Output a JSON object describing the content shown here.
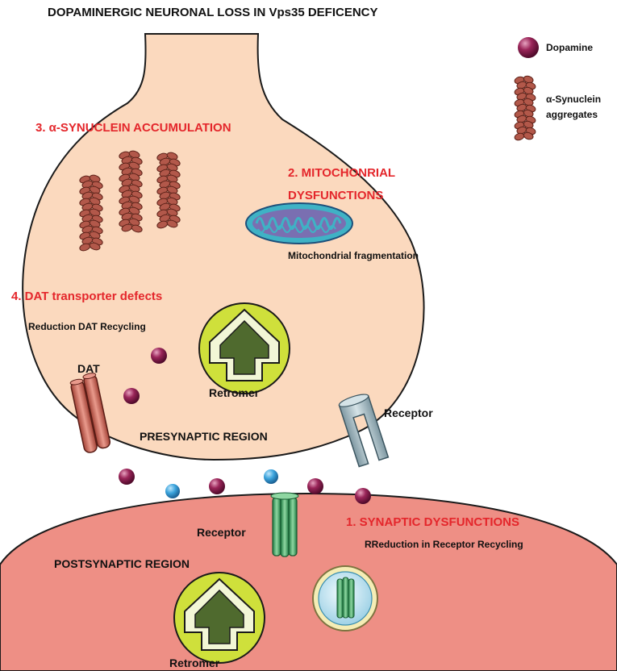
{
  "title": "DOPAMINERGIC NEURONAL LOSS IN Vps35 DEFICENCY",
  "legend": {
    "dopamine_label": "Dopamine",
    "synuclein_label_line1": "α-Synuclein",
    "synuclein_label_line2": "aggregates"
  },
  "steps": {
    "step3": "3. α-SYNUCLEIN ACCUMULATION",
    "step2_line1": "2. MITOCHONRIAL",
    "step2_line2": "DYSFUNCTIONS",
    "step2_detail": "Mitochondrial  fragmentation",
    "step4": "4. DAT transporter defects",
    "step4_detail": "Reduction DAT Recycling",
    "step1": "1. SYNAPTIC  DYSFUNCTIONS",
    "step1_detail": "RReduction in Receptor Recycling"
  },
  "labels": {
    "dat": "DAT",
    "retromer_pre": "Retromer",
    "retromer_post": "Retromer",
    "receptor_pre": "Receptor",
    "receptor_post": "Receptor",
    "presynaptic": "PRESYNAPTIC REGION",
    "postsynaptic": "POSTSYNAPTIC REGION"
  },
  "colors": {
    "presynaptic_fill": "#fbd9be",
    "postsynaptic_fill": "#ee8f85",
    "step_text": "#e4262b",
    "dopamine": "#8e1e4e",
    "blue_vesicle": "#3aa3dc",
    "retromer_outer": "#cfe03b",
    "retromer_inner": "#4f6a2e",
    "receptor": "#2f9e5a",
    "mitochondrion": "#3fb2c5",
    "synuclein": "#b2584a"
  }
}
